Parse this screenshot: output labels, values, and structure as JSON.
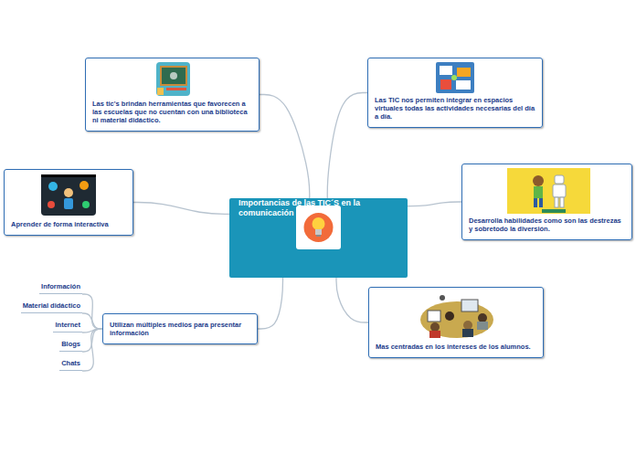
{
  "diagram": {
    "nodes": [
      {
        "text": [
          "Importancias de las TIC´S en la comunicación"
        ]
      },
      {
        "text": [
          "Las tic's brindan herramientas que favorecen a las escuelas que no cuentan con una biblioteca ni material didáctico."
        ]
      },
      {
        "text": [
          "Las TIC nos permiten integrar en espacios virtuales todas las actividades necesarias del día a día."
        ]
      },
      {
        "text": [
          "Aprender de forma interactiva"
        ]
      },
      {
        "text": [
          "Desarrolla habilidades como son las destrezas y sobretodo la diversión."
        ]
      },
      {
        "text": [
          "Utilizan múltiples medios para presentar información"
        ]
      },
      {
        "text": [
          "Mas centradas en los intereses de los alumnos."
        ]
      },
      {
        "text": [
          "Información"
        ]
      },
      {
        "text": [
          "Material didáctico"
        ]
      },
      {
        "text": [
          "Internet"
        ]
      },
      {
        "text": [
          "Blogs"
        ]
      },
      {
        "text": [
          "Chats"
        ]
      }
    ],
    "edges": [
      {
        "from": 0,
        "to": 1,
        "arrow": "none"
      },
      {
        "from": 0,
        "to": 2,
        "arrow": "none"
      },
      {
        "from": 0,
        "to": 3,
        "arrow": "none"
      },
      {
        "from": 0,
        "to": 4,
        "arrow": "none"
      },
      {
        "from": 0,
        "to": 5,
        "arrow": "none"
      },
      {
        "from": 0,
        "to": 6,
        "arrow": "none"
      },
      {
        "from": 5,
        "to": 7,
        "arrow": "none"
      },
      {
        "from": 5,
        "to": 8,
        "arrow": "none"
      },
      {
        "from": 5,
        "to": 9,
        "arrow": "none"
      },
      {
        "from": 5,
        "to": 10,
        "arrow": "none"
      },
      {
        "from": 5,
        "to": 11,
        "arrow": "none"
      }
    ]
  }
}
